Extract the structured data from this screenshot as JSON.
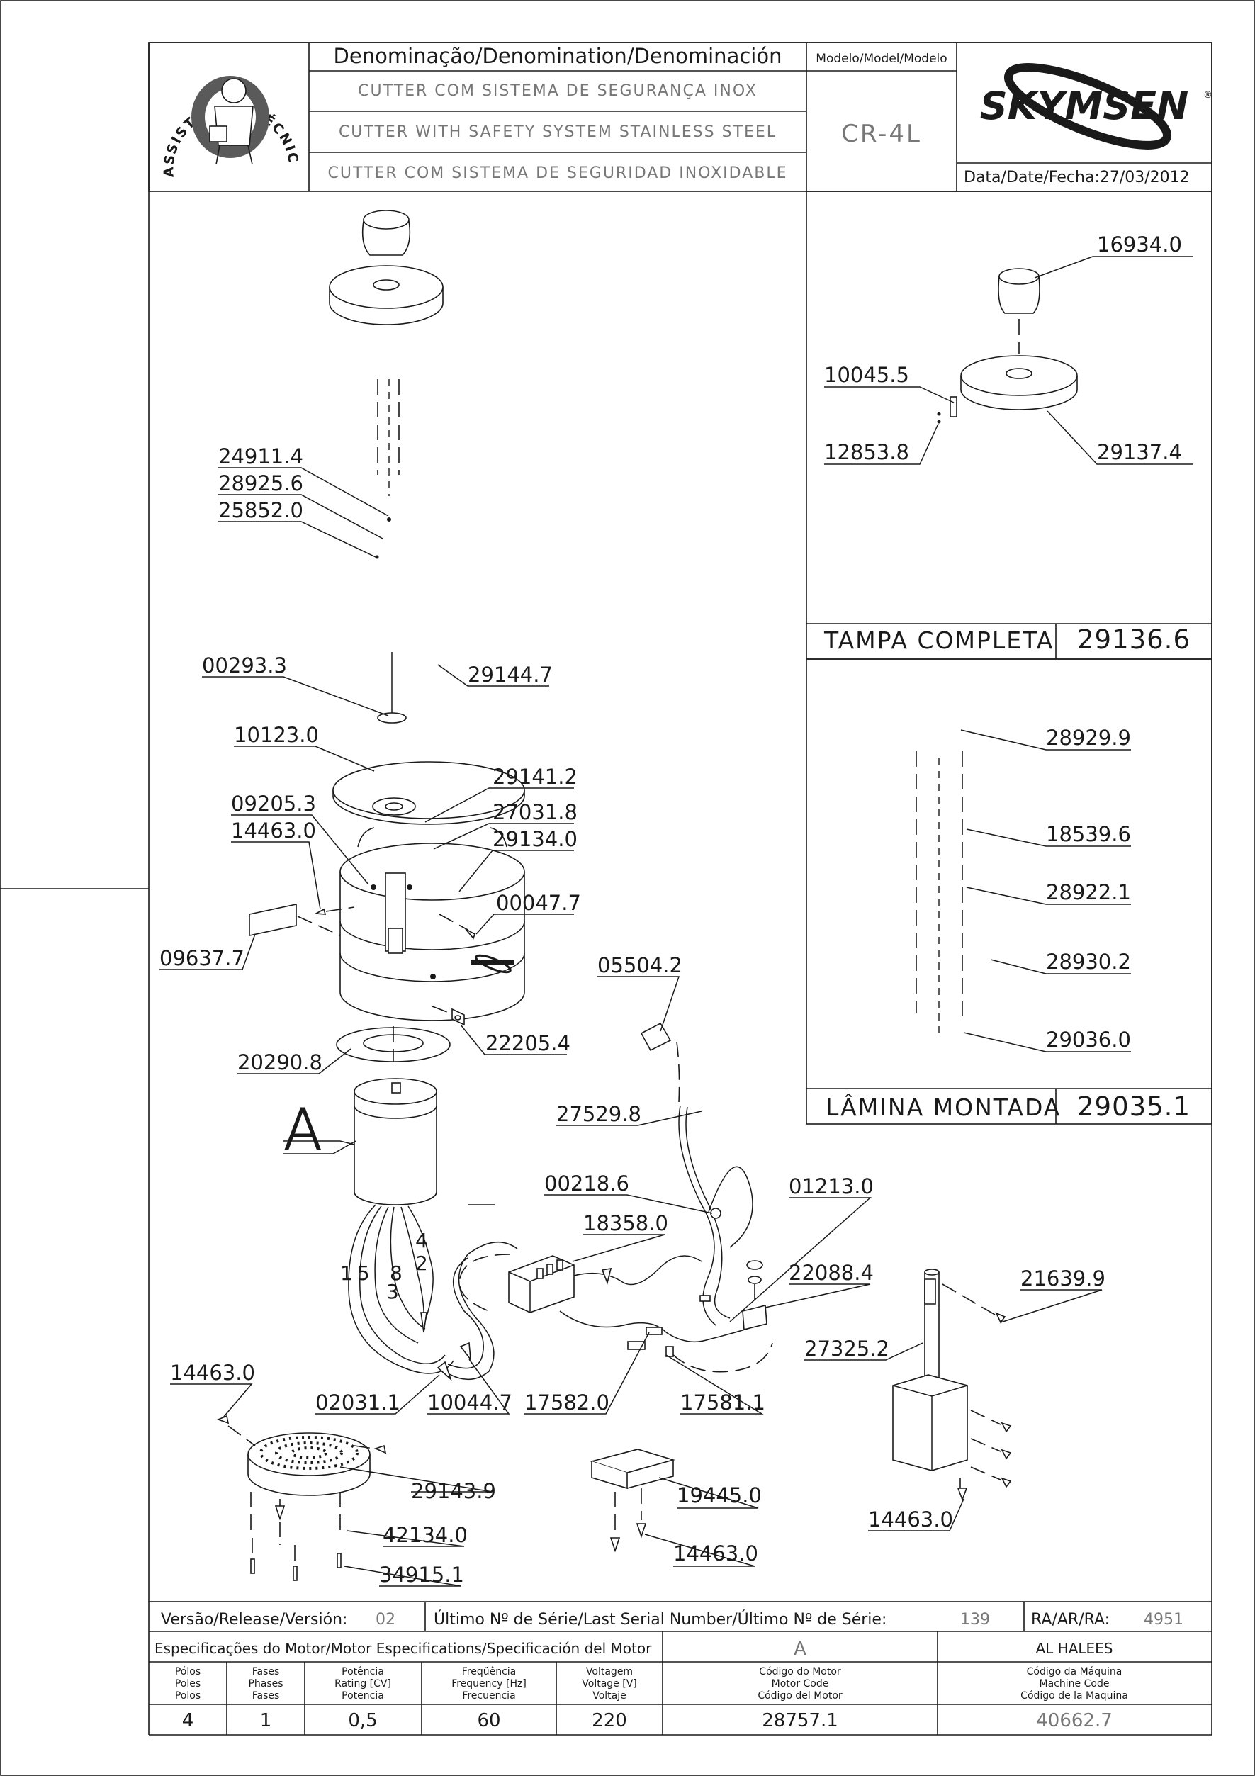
{
  "header": {
    "denomination_title": "Denominação/Denomination/Denominación",
    "name_pt": "CUTTER COM SISTEMA DE SEGURANÇA INOX",
    "name_en": "CUTTER WITH SAFETY SYSTEM STAINLESS STEEL",
    "name_es": "CUTTER COM SISTEMA DE SEGURIDAD INOXIDABLE",
    "model_label": "Modelo/Model/Modelo",
    "model_value": "CR-4L",
    "brand": "SKYMSEN",
    "date_label": "Data/Date/Fecha:",
    "date_value": "27/03/2012",
    "seal_text": "ASSISTÊNCIA TÉCNICA AUTORIZADA"
  },
  "main_parts": [
    {
      "code": "24911.4"
    },
    {
      "code": "28925.6"
    },
    {
      "code": "25852.0"
    },
    {
      "code": "29144.7"
    },
    {
      "code": "00293.3"
    },
    {
      "code": "10123.0"
    },
    {
      "code": "29141.2"
    },
    {
      "code": "09205.3"
    },
    {
      "code": "27031.8"
    },
    {
      "code": "14463.0"
    },
    {
      "code": "29134.0"
    },
    {
      "code": "00047.7"
    },
    {
      "code": "09637.7"
    },
    {
      "code": "22205.4"
    },
    {
      "code": "20290.8"
    },
    {
      "code": "05504.2"
    },
    {
      "code": "27529.8"
    },
    {
      "code": "00218.6"
    },
    {
      "code": "01213.0"
    },
    {
      "code": "18358.0"
    },
    {
      "code": "22088.4"
    },
    {
      "code": "21639.9"
    },
    {
      "code": "27325.2"
    },
    {
      "code": "02031.1"
    },
    {
      "code": "10044.7"
    },
    {
      "code": "17582.0"
    },
    {
      "code": "17581.1"
    },
    {
      "code": "14463.0"
    },
    {
      "code": "29143.9"
    },
    {
      "code": "42134.0"
    },
    {
      "code": "34915.1"
    },
    {
      "code": "19445.0"
    },
    {
      "code": "14463.0"
    },
    {
      "code": "14463.0"
    }
  ],
  "motor_callout": "A",
  "wire_numbers": [
    "1",
    "5",
    "8",
    "3",
    "4",
    "2"
  ],
  "lid_panel": {
    "parts": [
      {
        "code": "16934.0"
      },
      {
        "code": "10045.5"
      },
      {
        "code": "12853.8"
      },
      {
        "code": "29137.4"
      }
    ],
    "title": "TAMPA COMPLETA",
    "code": "29136.6"
  },
  "blade_panel": {
    "parts": [
      {
        "code": "28929.9"
      },
      {
        "code": "18539.6"
      },
      {
        "code": "28922.1"
      },
      {
        "code": "28930.2"
      },
      {
        "code": "29036.0"
      }
    ],
    "title": "LÂMINA MONTADA",
    "code": "29035.1"
  },
  "footer": {
    "version_label": "Versão/Release/Versión:",
    "version_value": "02",
    "serial_label": "Último Nº de Série/Last Serial Number/Último Nº de Série:",
    "serial_value": "139",
    "ra_label": "RA/AR/RA:",
    "ra_value": "4951",
    "motor_spec_label": "Especificações do Motor/Motor Especifications/Specificación del Motor",
    "motor_letter": "A",
    "customer": "AL HALEES",
    "columns": [
      {
        "lines": [
          "Pólos",
          "Poles",
          "Polos"
        ],
        "value": "4"
      },
      {
        "lines": [
          "Fases",
          "Phases",
          "Fases"
        ],
        "value": "1"
      },
      {
        "lines": [
          "Potência",
          "Rating [CV]",
          "Potencia"
        ],
        "value": "0,5"
      },
      {
        "lines": [
          "Freqüência",
          "Frequency [Hz]",
          "Frecuencia"
        ],
        "value": "60"
      },
      {
        "lines": [
          "Voltagem",
          "Voltage [V]",
          "Voltaje"
        ],
        "value": "220"
      },
      {
        "lines": [
          "Código do Motor",
          "Motor Code",
          "Código del Motor"
        ],
        "value": "28757.1"
      },
      {
        "lines": [
          "Código da Máquina",
          "Machine Code",
          "Código de la Maquina"
        ],
        "value": "40662.7"
      }
    ]
  },
  "colors": {
    "line": "#1a1a1a",
    "muted": "#777777",
    "background": "#ffffff"
  }
}
